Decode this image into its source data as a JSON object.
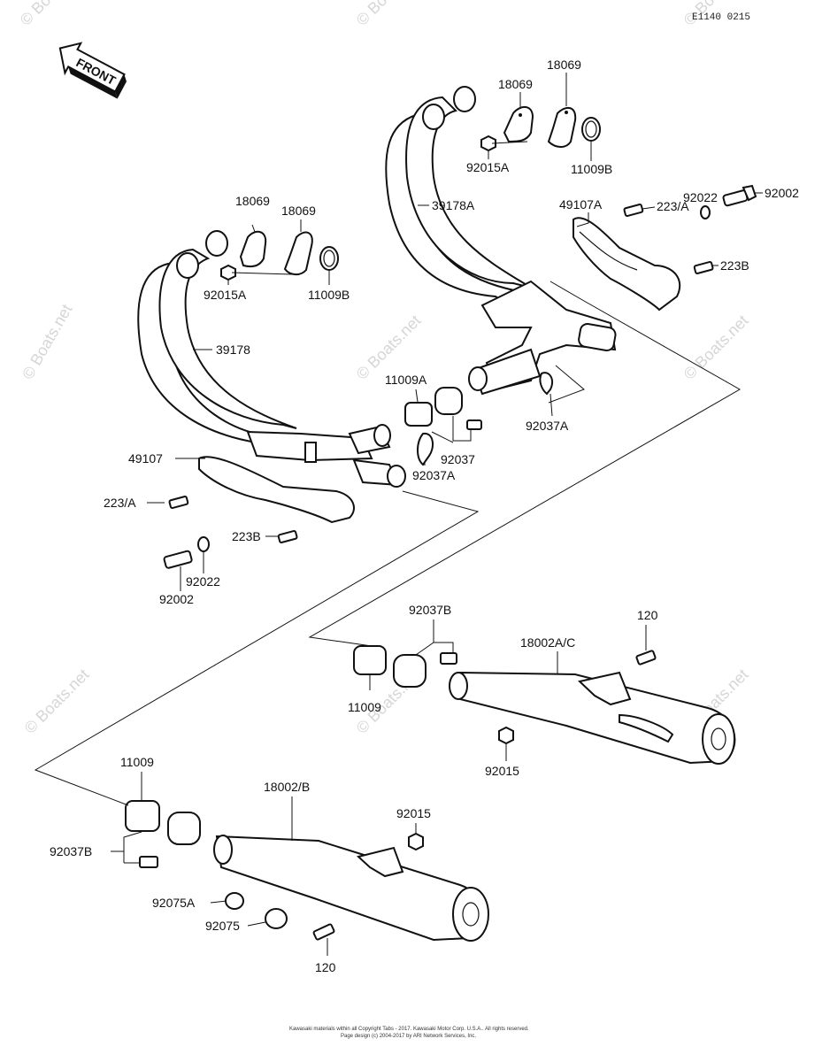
{
  "diagram_code": "E1140 0215",
  "front_label": "FRONT",
  "watermark": "© Boats.net",
  "footer": {
    "line1": "Kawasaki materials within all Copyright Tabs - 2017. Kawasaki Motor Corp. U.S.A.. All rights reserved.",
    "line2": "Page design (c) 2004-2017 by ARI Network Services, Inc."
  },
  "labels": {
    "p18069_r1": "18069",
    "p18069_r2": "18069",
    "p92015A_r": "92015A",
    "p11009B_r": "11009B",
    "p39178A": "39178A",
    "p49107A": "49107A",
    "p92022_r": "92022",
    "p92002_r": "92002",
    "p223A_r": "223/A",
    "p223B_r": "223B",
    "p92037A_r": "92037A",
    "p18069_l1": "18069",
    "p18069_l2": "18069",
    "p92015A_l": "92015A",
    "p11009B_l": "11009B",
    "p39178": "39178",
    "p11009A": "11009A",
    "p92037": "92037",
    "p92037A_l": "92037A",
    "p49107": "49107",
    "p223A_l": "223/A",
    "p223B_l": "223B",
    "p92022_l": "92022",
    "p92002_l": "92002",
    "p92037B_r": "92037B",
    "p120_r": "120",
    "p18002AC": "18002A/C",
    "p11009_r": "11009",
    "p92015_r": "92015",
    "p11009_l": "11009",
    "p18002B": "18002/B",
    "p92015_l": "92015",
    "p92037B_l": "92037B",
    "p92075A": "92075A",
    "p92075": "92075",
    "p120_l": "120"
  }
}
